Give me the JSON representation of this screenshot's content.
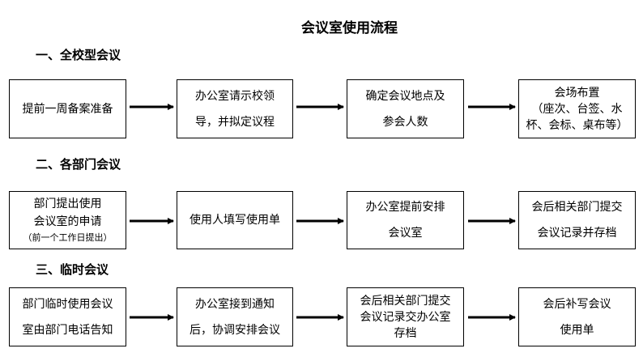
{
  "title": "会议室使用流程",
  "sections": [
    {
      "heading": "一、全校型会议",
      "steps": [
        [
          "提前一周备案准备"
        ],
        [
          "办公室请示校领",
          "导，并拟定议程"
        ],
        [
          "确定会议地点及",
          "参会人数"
        ],
        [
          "会场布置",
          "（座次、台签、水",
          "杯、会标、桌布等）"
        ]
      ]
    },
    {
      "heading": "二、各部门会议",
      "steps": [
        [
          "部门提出使用",
          "会议室的申请",
          "（前一个工作日提出）"
        ],
        [
          "使用人填写使用单"
        ],
        [
          "办公室提前安排",
          "会议室"
        ],
        [
          "会后相关部门提交",
          "会议记录并存档"
        ]
      ]
    },
    {
      "heading": "三、临时会议",
      "steps": [
        [
          "部门临时使用会议",
          "室由部门电话告知"
        ],
        [
          "办公室接到通知",
          "后，协调安排会议"
        ],
        [
          "会后相关部门提交",
          "会议记录交办公室",
          "存档"
        ],
        [
          "会后补写会议",
          "使用单"
        ]
      ]
    }
  ]
}
